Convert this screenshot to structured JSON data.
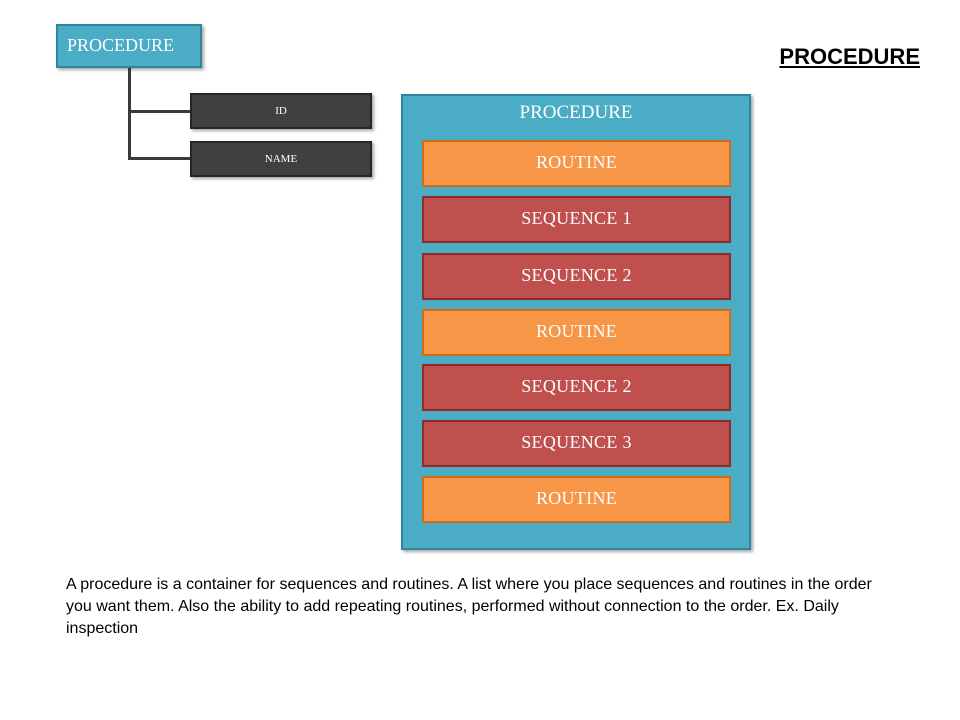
{
  "title": "PROCEDURE",
  "tree": {
    "root_label": "PROCEDURE",
    "children": [
      "ID",
      "NAME"
    ]
  },
  "container": {
    "label": "PROCEDURE",
    "items": [
      {
        "label": "ROUTINE",
        "kind": "routine"
      },
      {
        "label": "SEQUENCE  1",
        "kind": "sequence"
      },
      {
        "label": "SEQUENCE  2",
        "kind": "sequence"
      },
      {
        "label": "ROUTINE",
        "kind": "routine"
      },
      {
        "label": "SEQUENCE  2",
        "kind": "sequence"
      },
      {
        "label": "SEQUENCE  3",
        "kind": "sequence"
      },
      {
        "label": "ROUTINE",
        "kind": "routine"
      }
    ]
  },
  "description": "A procedure is a container for sequences and routines. A list where you place sequences and routines in the order you want them. Also the ability to add repeating routines, performed without connection to the order. Ex. Daily inspection",
  "colors": {
    "procedure": "#4bacc6",
    "routine": "#f79646",
    "sequence": "#c0504d",
    "field": "#404040"
  }
}
